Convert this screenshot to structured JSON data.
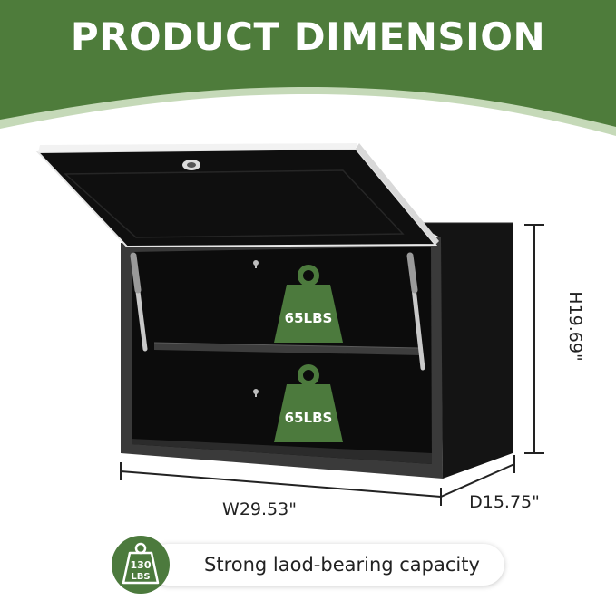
{
  "title": "PRODUCT DIMENSION",
  "dimensions": {
    "width": "W29.53\"",
    "depth": "D15.75\"",
    "height": "H19.69\""
  },
  "shelf_weights": {
    "upper": "65LBS",
    "lower": "65LBS"
  },
  "capacity_badge": {
    "weight_value": "130",
    "weight_unit": "LBS",
    "text": "Strong laod-bearing capacity"
  },
  "colors": {
    "brand_green": "#4c7a3d",
    "banner_green": "#4e7c3b",
    "cabinet_black": "#111111"
  }
}
